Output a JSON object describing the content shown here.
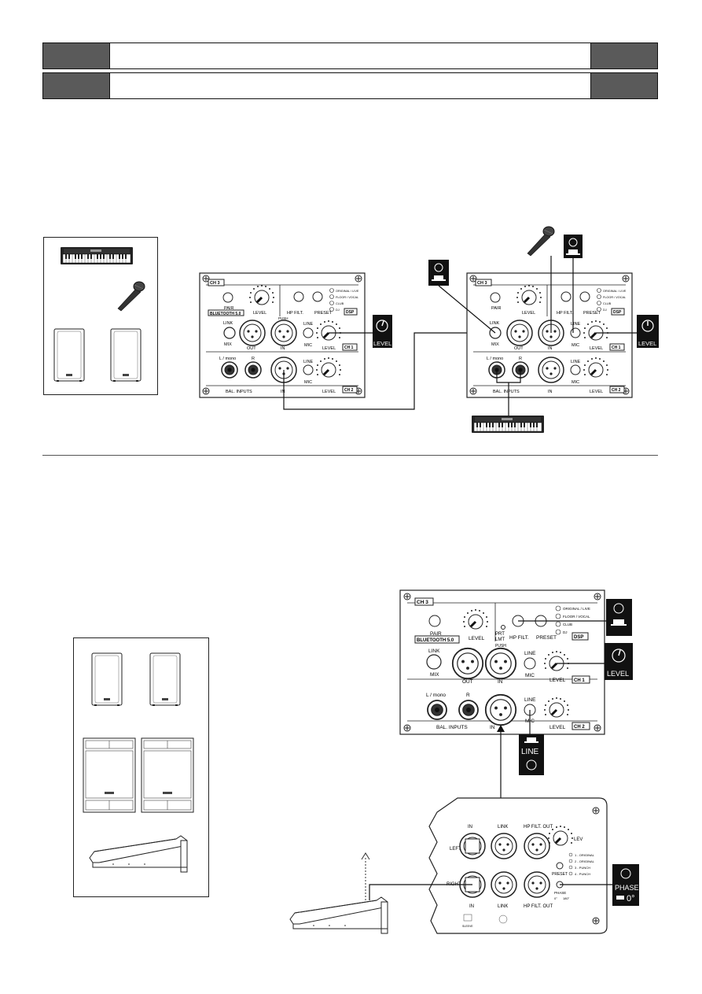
{
  "panel": {
    "ch3": "CH 3",
    "pair": "PAIR",
    "bluetooth": "BLUETOOTH 5.0",
    "level": "LEVEL",
    "hp_filt": "HP FILT.",
    "preset": "PRESET",
    "dsp": "DSP",
    "prt": "PRT",
    "lmt": "LMT",
    "presets": [
      "ORIGINAL / LIVE",
      "FLOOR / VOCAL",
      "CLUB",
      "DJ"
    ],
    "link": "LINK",
    "mix": "MIX",
    "out": "OUT",
    "in": "IN",
    "push": "PUSH",
    "line": "LINE",
    "mic": "MIC",
    "ch1": "CH 1",
    "ch2": "CH 2",
    "l_mono": "L / mono",
    "r": "R",
    "bal_inputs": "BAL. INPUTS",
    "mic_line_note": "MIC LINE"
  },
  "callouts": {
    "level": "LEVEL",
    "line": "LINE",
    "phase": "PHASE",
    "phase_value": "0°"
  },
  "sub_panel": {
    "in": "IN",
    "link": "LINK",
    "hp_filt_out": "HP FILT. OUT",
    "left": "LEFT",
    "right": "RIGHT",
    "lev": "LEV",
    "preset": "PRESET",
    "phase": "PHASE",
    "phase_values": [
      "0°",
      "180°"
    ],
    "presets": [
      "1 - ORIGINAL",
      "2 - ORIGINAL",
      "3 - PUNCH",
      "4 - PUNCH"
    ],
    "sleeve": "SLEEVE"
  }
}
